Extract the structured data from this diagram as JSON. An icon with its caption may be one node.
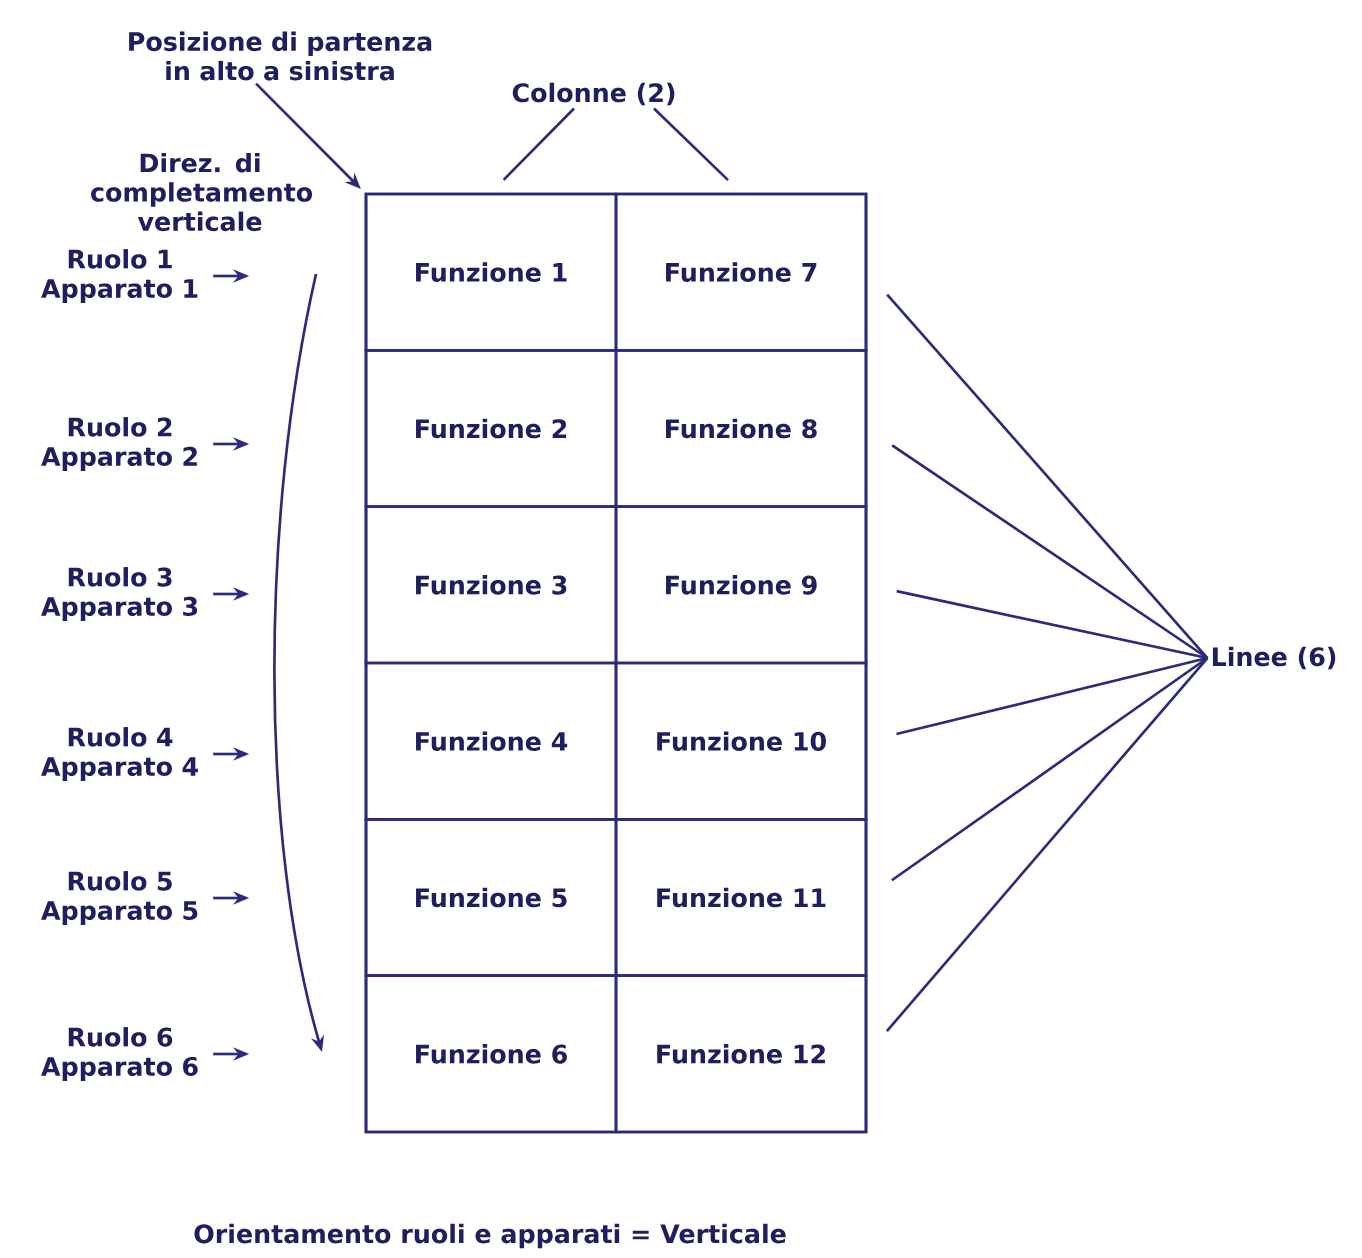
{
  "diagram": {
    "caption": "Orientamento ruoli e apparati = Verticale",
    "nodes": [
      {
        "text": [
          "Posizione di partenza in alto a sinistra"
        ]
      },
      {
        "text": [
          "Colonne (2)"
        ]
      },
      {
        "text": [
          "Ruolo 1 Apparato 1"
        ]
      },
      {
        "text": [
          "Ruolo 2 Apparato 2"
        ]
      },
      {
        "text": [
          "Ruolo 3 Apparato 3"
        ]
      },
      {
        "text": [
          "Ruolo 4 Apparato 4"
        ]
      },
      {
        "text": [
          "Ruolo 5 Apparato 5"
        ]
      },
      {
        "text": [
          "Ruolo 6 Apparato 6"
        ]
      },
      {
        "text": [],
        "shape": "box"
      },
      {
        "text": [
          "Funzione 1"
        ],
        "in": 8
      },
      {
        "text": [
          "Funzione 7"
        ],
        "in": 8
      },
      {
        "text": [
          "Funzione 2"
        ],
        "in": 8
      },
      {
        "text": [
          "Funzione 8"
        ],
        "in": 8
      },
      {
        "text": [
          "Funzione 3"
        ],
        "in": 8
      },
      {
        "text": [
          "Funzione 9"
        ],
        "in": 8
      },
      {
        "text": [
          "Funzione 4"
        ],
        "in": 8
      },
      {
        "text": [
          "Funzione 10"
        ],
        "in": 8
      },
      {
        "text": [
          "Funzione 5"
        ],
        "in": 8
      },
      {
        "text": [
          "Funzione 11"
        ],
        "in": 8
      },
      {
        "text": [
          "Funzione 6"
        ],
        "in": 8
      },
      {
        "text": [
          "Funzione 12"
        ],
        "in": 8
      },
      {
        "text": [
          "Linee (6)"
        ]
      }
    ],
    "edges": [
      {
        "from": 0,
        "to": 8,
        "arrow": "to"
      },
      {
        "from": 1,
        "to": 9,
        "arrow": "none"
      },
      {
        "from": 1,
        "to": 10,
        "arrow": "none"
      },
      {
        "from": 2,
        "to": null,
        "arrow": "to"
      },
      {
        "from": 3,
        "to": null,
        "arrow": "to"
      },
      {
        "from": 4,
        "to": null,
        "arrow": "to"
      },
      {
        "from": 5,
        "to": null,
        "arrow": "to"
      },
      {
        "from": 6,
        "to": null,
        "arrow": "to"
      },
      {
        "from": 7,
        "to": null,
        "arrow": "to"
      },
      {
        "from": 21,
        "to": 10,
        "arrow": "none"
      },
      {
        "from": 21,
        "to": 12,
        "arrow": "none"
      },
      {
        "from": 21,
        "to": 14,
        "arrow": "none"
      },
      {
        "from": 21,
        "to": 16,
        "arrow": "none"
      },
      {
        "from": 21,
        "to": 18,
        "arrow": "none"
      },
      {
        "from": 21,
        "to": 20,
        "arrow": "none"
      }
    ],
    "labels": [
      "Direz. di completamento verticale"
    ]
  }
}
